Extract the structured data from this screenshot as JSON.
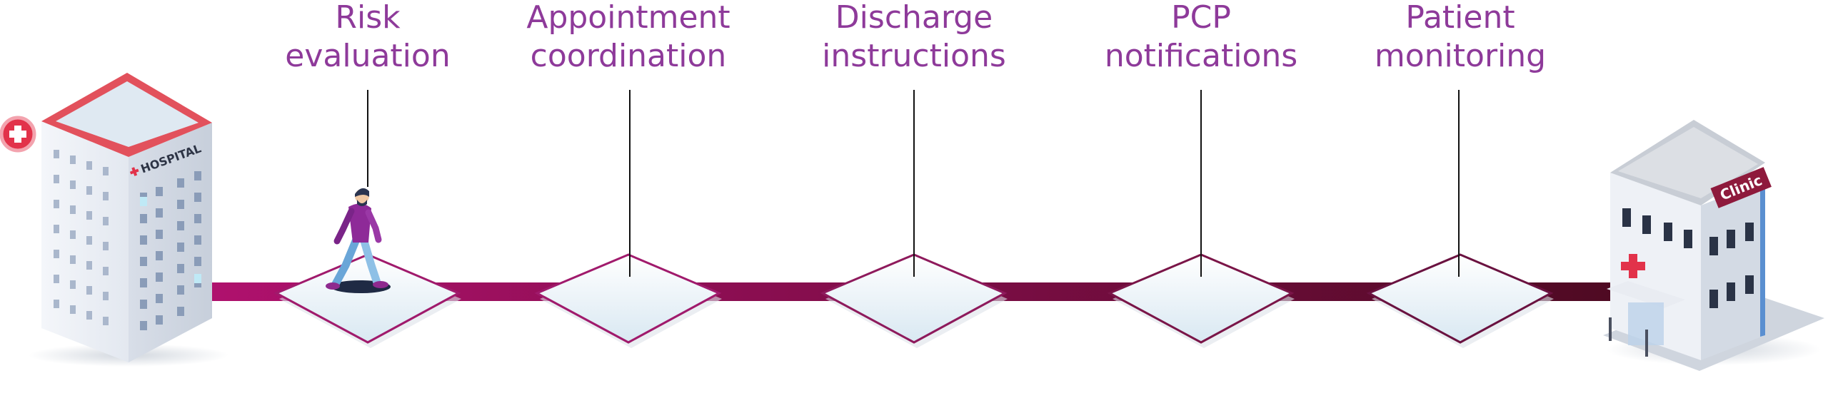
{
  "steps": [
    {
      "label": "Risk\nevaluation"
    },
    {
      "label": "Appointment\ncoordination"
    },
    {
      "label": "Discharge\ninstructions"
    },
    {
      "label": "PCP\nnotifications"
    },
    {
      "label": "Patient\nmonitoring"
    }
  ],
  "start": {
    "sign": "HOSPITAL",
    "icon": "hospital-building-icon"
  },
  "end": {
    "sign": "Clinic",
    "icon": "clinic-building-icon"
  },
  "walker": {
    "icon": "walking-patient-icon",
    "at_step": 1
  },
  "colors": {
    "label": "#8e3a9a",
    "track_start": "#b0116e",
    "track_end": "#4e0a22",
    "hospital_roof": "#e2515c",
    "cross": "#e2324a"
  }
}
